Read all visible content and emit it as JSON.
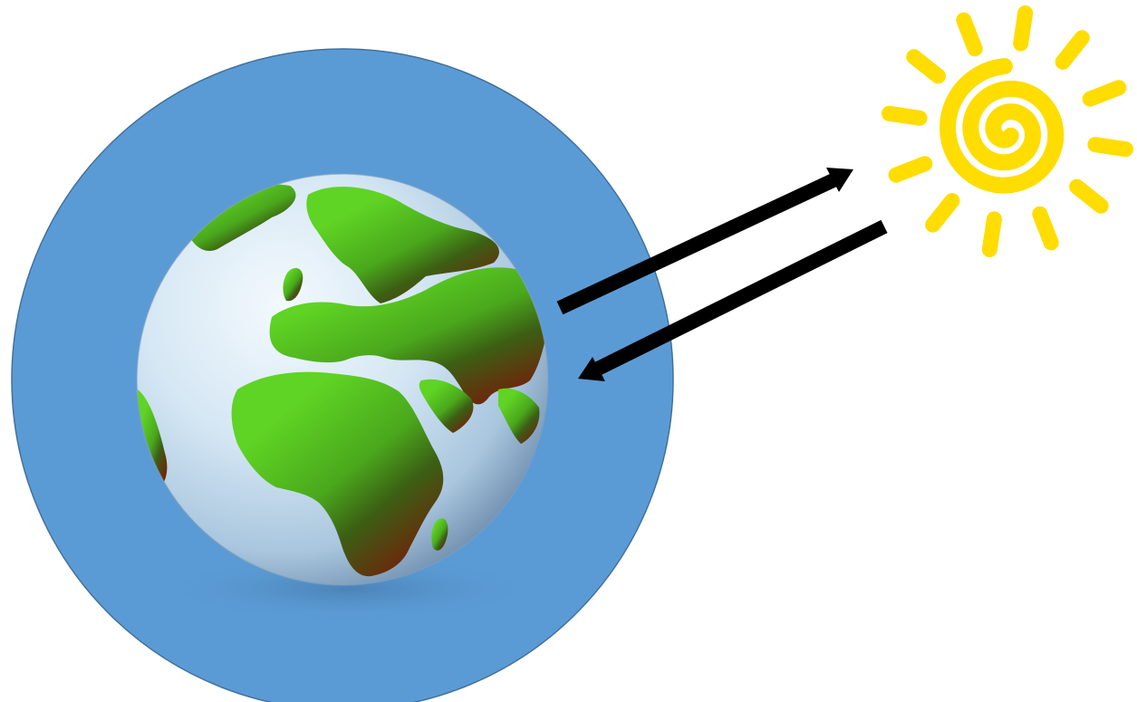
{
  "diagram": {
    "elements": [
      {
        "id": "atmosphere",
        "kind": "circle-layer"
      },
      {
        "id": "earth",
        "kind": "globe"
      },
      {
        "id": "sun",
        "kind": "spiral-sun"
      },
      {
        "id": "arrow-outgoing",
        "direction": "earth-to-sun"
      },
      {
        "id": "arrow-incoming",
        "direction": "sun-to-earth"
      }
    ],
    "icons": [
      "earth-globe-icon",
      "sun-icon"
    ]
  },
  "colors": {
    "atmosphere_fill": "#5b9bd5",
    "atmosphere_stroke": "#41719c",
    "ocean_light": "#eaf4fb",
    "ocean_mid": "#c6deef",
    "ocean_dark": "#6d8fae",
    "land_green": "#55c91e",
    "land_dark": "#3a5a16",
    "land_brown": "#6b2d10",
    "sun_yellow": "#ffdd00",
    "arrow": "#000000"
  }
}
